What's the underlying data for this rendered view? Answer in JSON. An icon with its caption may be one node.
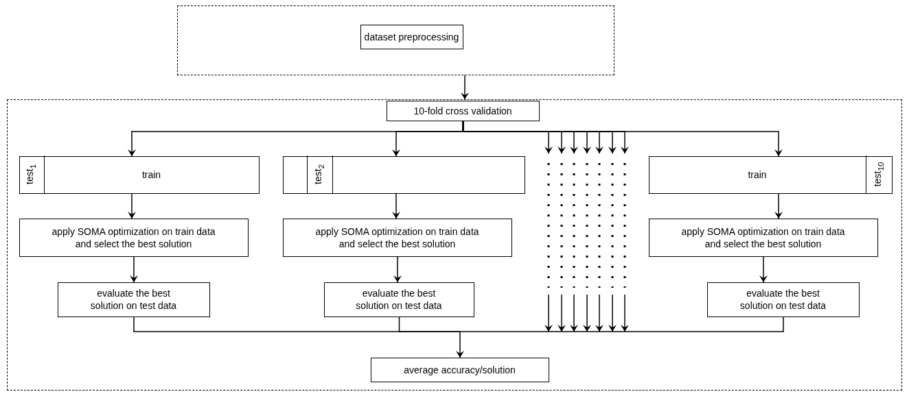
{
  "diagram": {
    "nodes": [
      {
        "text": [],
        "shape": "box"
      },
      {
        "text": [
          "dataset preprocessing"
        ],
        "in": 0
      },
      {
        "text": [],
        "shape": "box"
      },
      {
        "text": [
          "10-fold cross validation"
        ],
        "in": 2
      },
      {
        "text": [],
        "shape": "bar",
        "in": 2
      },
      {
        "text": [
          "test$_{1}$"
        ],
        "in": 4
      },
      {
        "text": [
          "train"
        ],
        "in": 4
      },
      {
        "text": [],
        "shape": "bar",
        "in": 2
      },
      {
        "text": [
          "test$_{2}$"
        ],
        "in": 7
      },
      {
        "text": [],
        "shape": "bar",
        "in": 2
      },
      {
        "text": [
          "train"
        ],
        "in": 9
      },
      {
        "text": [
          "test$_{10}$"
        ],
        "in": 9
      },
      {
        "text": [
          "apply SOMA optimization on train data and select the best solution"
        ],
        "in": 2
      },
      {
        "text": [
          "evaluate the best solution on test data"
        ],
        "in": 2
      },
      {
        "text": [
          "apply SOMA optimization on train data and select the best solution"
        ],
        "in": 2
      },
      {
        "text": [
          "evaluate the best solution on test data"
        ],
        "in": 2
      },
      {
        "text": [
          "apply SOMA optimization on train data and select the best solution"
        ],
        "in": 2
      },
      {
        "text": [
          "evaluate the best solution on test data"
        ],
        "in": 2
      },
      {
        "text": [
          "average accuracy/solution"
        ],
        "in": 2
      }
    ],
    "edges": [
      {
        "from": 0,
        "to": 2,
        "arrow": "to"
      },
      {
        "from": 3,
        "to": 4,
        "arrow": "to"
      },
      {
        "from": 3,
        "to": 7,
        "arrow": "to"
      },
      {
        "from": 3,
        "to": 9,
        "arrow": "to"
      },
      {
        "from": 3,
        "to": null,
        "arrow": "to"
      },
      {
        "from": 3,
        "to": null,
        "arrow": "to"
      },
      {
        "from": 3,
        "to": null,
        "arrow": "to"
      },
      {
        "from": 3,
        "to": null,
        "arrow": "to"
      },
      {
        "from": 3,
        "to": null,
        "arrow": "to"
      },
      {
        "from": 3,
        "to": null,
        "arrow": "to"
      },
      {
        "from": 3,
        "to": null,
        "arrow": "to"
      },
      {
        "from": 4,
        "to": 12,
        "arrow": "to"
      },
      {
        "from": 12,
        "to": 13,
        "arrow": "to"
      },
      {
        "from": 7,
        "to": 14,
        "arrow": "to"
      },
      {
        "from": 14,
        "to": 15,
        "arrow": "to"
      },
      {
        "from": 9,
        "to": 16,
        "arrow": "to"
      },
      {
        "from": 16,
        "to": 17,
        "arrow": "to"
      },
      {
        "from": 13,
        "to": 18,
        "arrow": "to"
      },
      {
        "from": 15,
        "to": 18,
        "arrow": "to"
      },
      {
        "from": 17,
        "to": 18,
        "arrow": "to"
      },
      {
        "from": null,
        "to": 18,
        "arrow": "to"
      },
      {
        "from": null,
        "to": 18,
        "arrow": "to"
      },
      {
        "from": null,
        "to": 18,
        "arrow": "to"
      },
      {
        "from": null,
        "to": 18,
        "arrow": "to"
      },
      {
        "from": null,
        "to": 18,
        "arrow": "to"
      },
      {
        "from": null,
        "to": 18,
        "arrow": "to"
      },
      {
        "from": null,
        "to": 18,
        "arrow": "to"
      }
    ]
  }
}
